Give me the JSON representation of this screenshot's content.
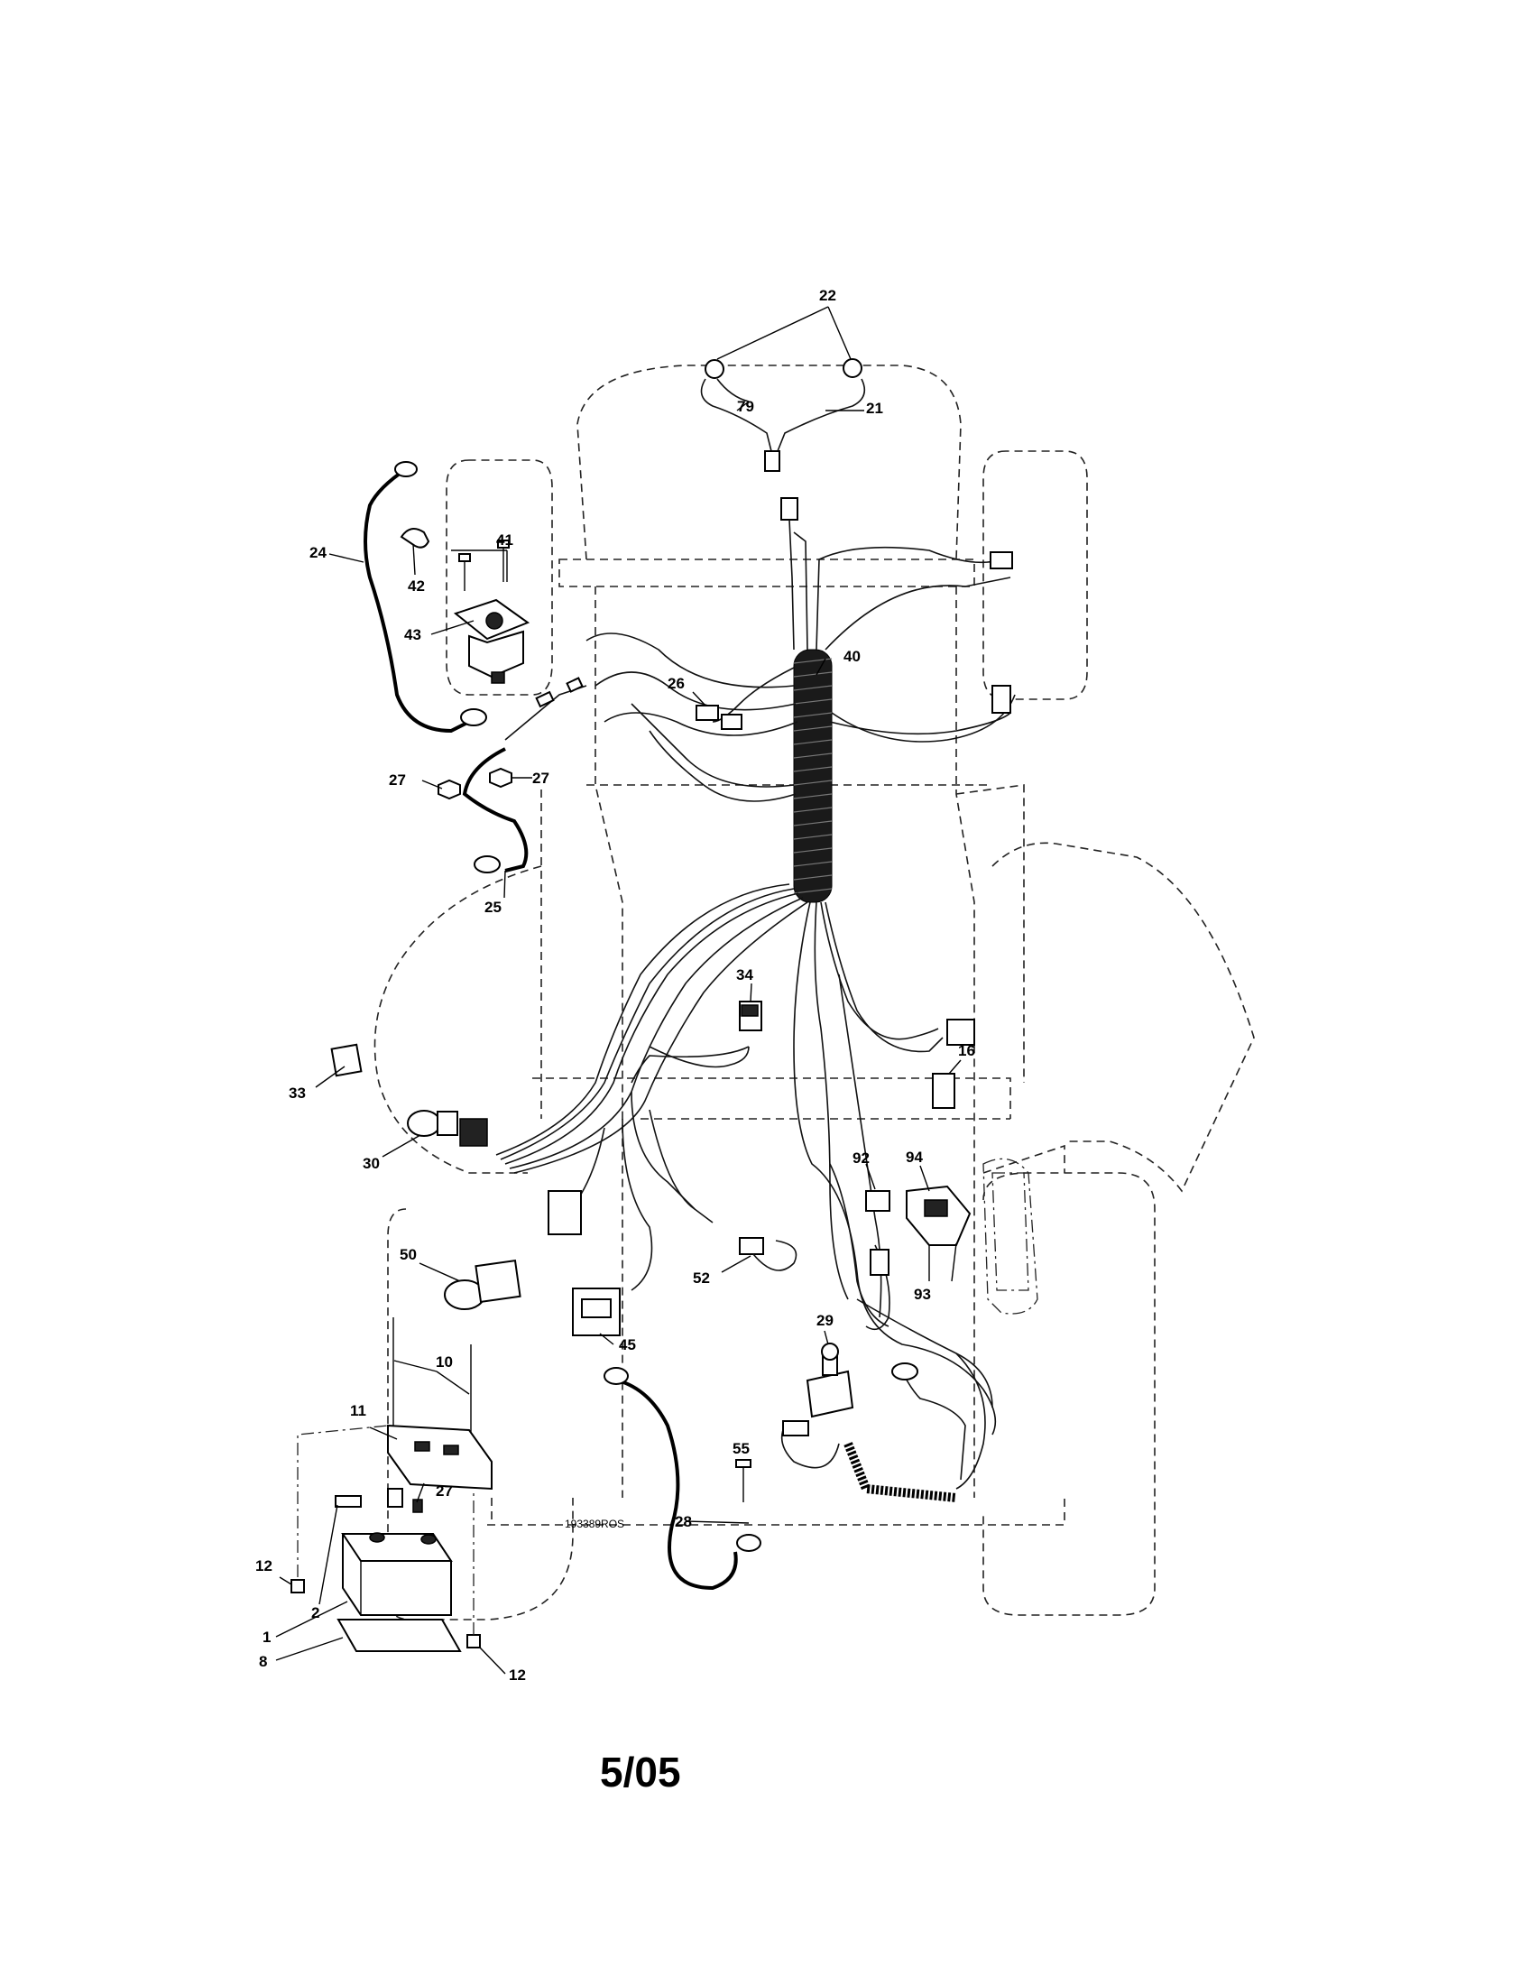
{
  "diagram": {
    "drawing_code": "193389ROS",
    "footer_date": "5/05",
    "callouts": [
      {
        "id": "c22",
        "text": "22"
      },
      {
        "id": "c79",
        "text": "79"
      },
      {
        "id": "c21",
        "text": "21"
      },
      {
        "id": "c41",
        "text": "41"
      },
      {
        "id": "c24",
        "text": "24"
      },
      {
        "id": "c42",
        "text": "42"
      },
      {
        "id": "c43",
        "text": "43"
      },
      {
        "id": "c40",
        "text": "40"
      },
      {
        "id": "c26",
        "text": "26"
      },
      {
        "id": "c27a",
        "text": "27"
      },
      {
        "id": "c27b",
        "text": "27"
      },
      {
        "id": "c25",
        "text": "25"
      },
      {
        "id": "c34",
        "text": "34"
      },
      {
        "id": "c16",
        "text": "16"
      },
      {
        "id": "c33",
        "text": "33"
      },
      {
        "id": "c30",
        "text": "30"
      },
      {
        "id": "c92",
        "text": "92"
      },
      {
        "id": "c94",
        "text": "94"
      },
      {
        "id": "c93",
        "text": "93"
      },
      {
        "id": "c50",
        "text": "50"
      },
      {
        "id": "c52",
        "text": "52"
      },
      {
        "id": "c45",
        "text": "45"
      },
      {
        "id": "c29",
        "text": "29"
      },
      {
        "id": "c10",
        "text": "10"
      },
      {
        "id": "c11",
        "text": "11"
      },
      {
        "id": "c55",
        "text": "55"
      },
      {
        "id": "c27c",
        "text": "27"
      },
      {
        "id": "c28",
        "text": "28"
      },
      {
        "id": "c12a",
        "text": "12"
      },
      {
        "id": "c2",
        "text": "2"
      },
      {
        "id": "c1",
        "text": "1"
      },
      {
        "id": "c8",
        "text": "8"
      },
      {
        "id": "c12b",
        "text": "12"
      }
    ]
  }
}
